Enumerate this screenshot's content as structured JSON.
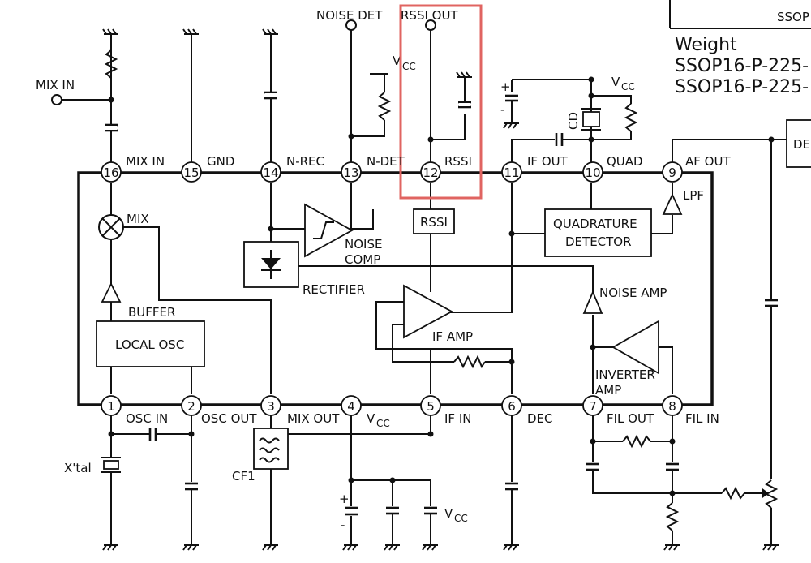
{
  "header": {
    "title_partial": "SSOP",
    "weight_label": "Weight",
    "package_1": "SSOP16-P-225-",
    "package_2": "SSOP16-P-225-"
  },
  "pins": [
    {
      "num": "1",
      "label": "OSC IN"
    },
    {
      "num": "2",
      "label": "OSC OUT"
    },
    {
      "num": "3",
      "label": "MIX OUT"
    },
    {
      "num": "4",
      "label": "VCC"
    },
    {
      "num": "5",
      "label": "IF IN"
    },
    {
      "num": "6",
      "label": "DEC"
    },
    {
      "num": "7",
      "label": "FIL OUT"
    },
    {
      "num": "8",
      "label": "FIL IN"
    },
    {
      "num": "9",
      "label": "AF OUT"
    },
    {
      "num": "10",
      "label": "QUAD"
    },
    {
      "num": "11",
      "label": "IF OUT"
    },
    {
      "num": "12",
      "label": "RSSI"
    },
    {
      "num": "13",
      "label": "N-DET"
    },
    {
      "num": "14",
      "label": "N-REC"
    },
    {
      "num": "15",
      "label": "GND"
    },
    {
      "num": "16",
      "label": "MIX IN"
    }
  ],
  "blocks": {
    "mix": "MIX",
    "buffer": "BUFFER",
    "local_osc": "LOCAL OSC",
    "noise_comp_1": "NOISE",
    "noise_comp_2": "COMP",
    "rectifier": "RECTIFIER",
    "rssi": "RSSI",
    "if_amp": "IF  AMP",
    "quad_1": "QUADRATURE",
    "quad_2": "DETECTOR",
    "lpf": "LPF",
    "noise_amp": "NOISE AMP",
    "inverter_1": "INVERTER",
    "inverter_2": "AMP"
  },
  "external": {
    "mix_in": "MIX IN",
    "noise_det": "NOISE DET",
    "rssi_out": "RSSI OUT",
    "vcc_v": "V",
    "vcc_sub": "CC",
    "cd": "CD",
    "xtal": "X'tal",
    "cf1": "CF1",
    "det_partial": "DE"
  }
}
